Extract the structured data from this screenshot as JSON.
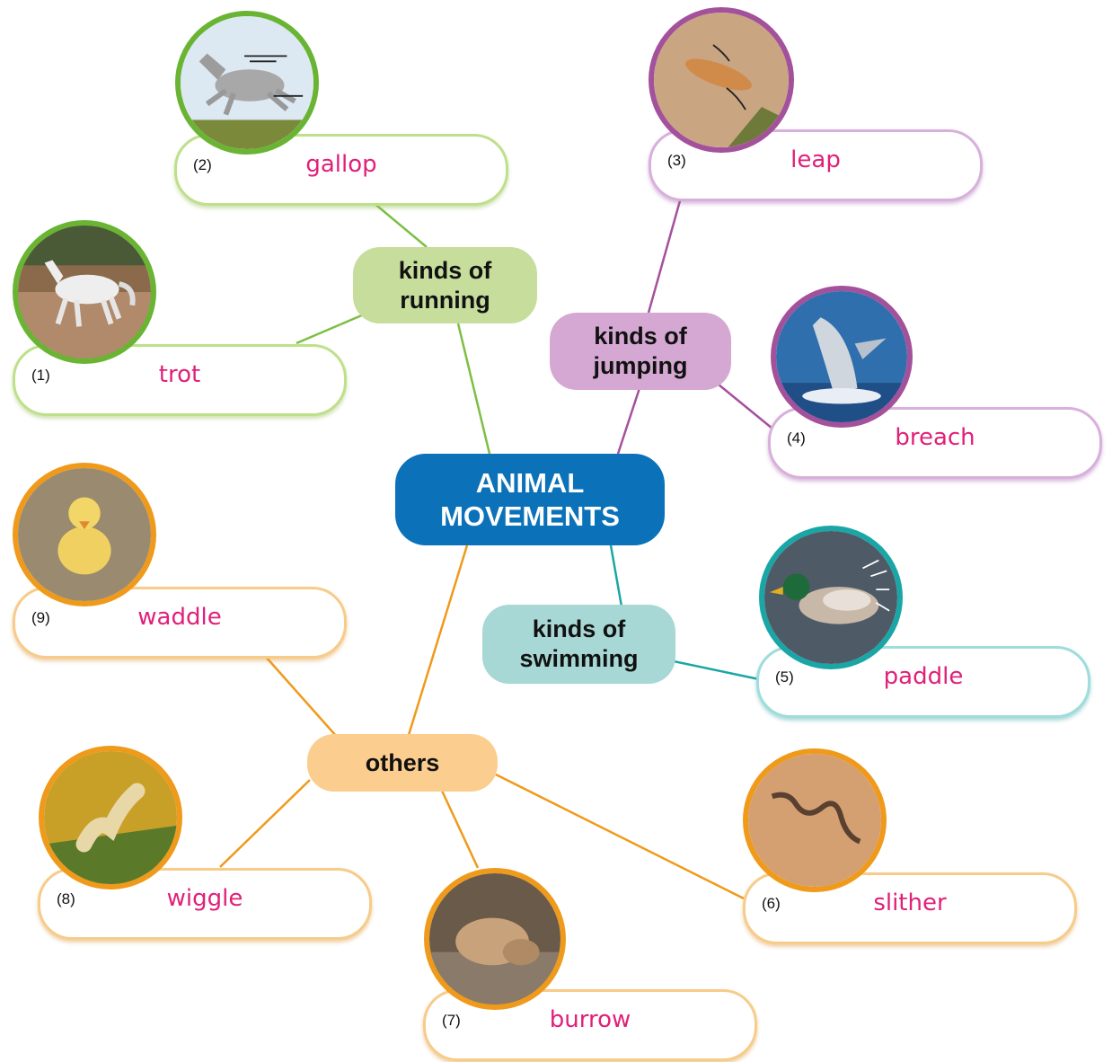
{
  "center": {
    "label": "ANIMAL\nMOVEMENTS"
  },
  "categories": [
    {
      "label": "kinds of\nrunning"
    },
    {
      "label": "kinds of\njumping"
    },
    {
      "label": "kinds of\nswimming"
    },
    {
      "label": "others"
    }
  ],
  "items": [
    {
      "number": "(1)",
      "word": "trot"
    },
    {
      "number": "(2)",
      "word": "gallop"
    },
    {
      "number": "(3)",
      "word": "leap"
    },
    {
      "number": "(4)",
      "word": "breach"
    },
    {
      "number": "(5)",
      "word": "paddle"
    },
    {
      "number": "(6)",
      "word": "slither"
    },
    {
      "number": "(7)",
      "word": "burrow"
    },
    {
      "number": "(8)",
      "word": "wiggle"
    },
    {
      "number": "(9)",
      "word": "waddle"
    }
  ],
  "colors": {
    "center": "#0b72b9",
    "running": "#c7dd9c",
    "jumping": "#d5a8d3",
    "swimming": "#a7d8d6",
    "others": "#fbcd8e",
    "word": "#e0207a"
  },
  "icons": [
    "horse-trot-icon",
    "horse-gallop-icon",
    "cheetah-leap-icon",
    "whale-breach-icon",
    "duck-paddle-icon",
    "snake-slither-icon",
    "mole-burrow-icon",
    "caterpillar-wiggle-icon",
    "duckling-waddle-icon"
  ]
}
